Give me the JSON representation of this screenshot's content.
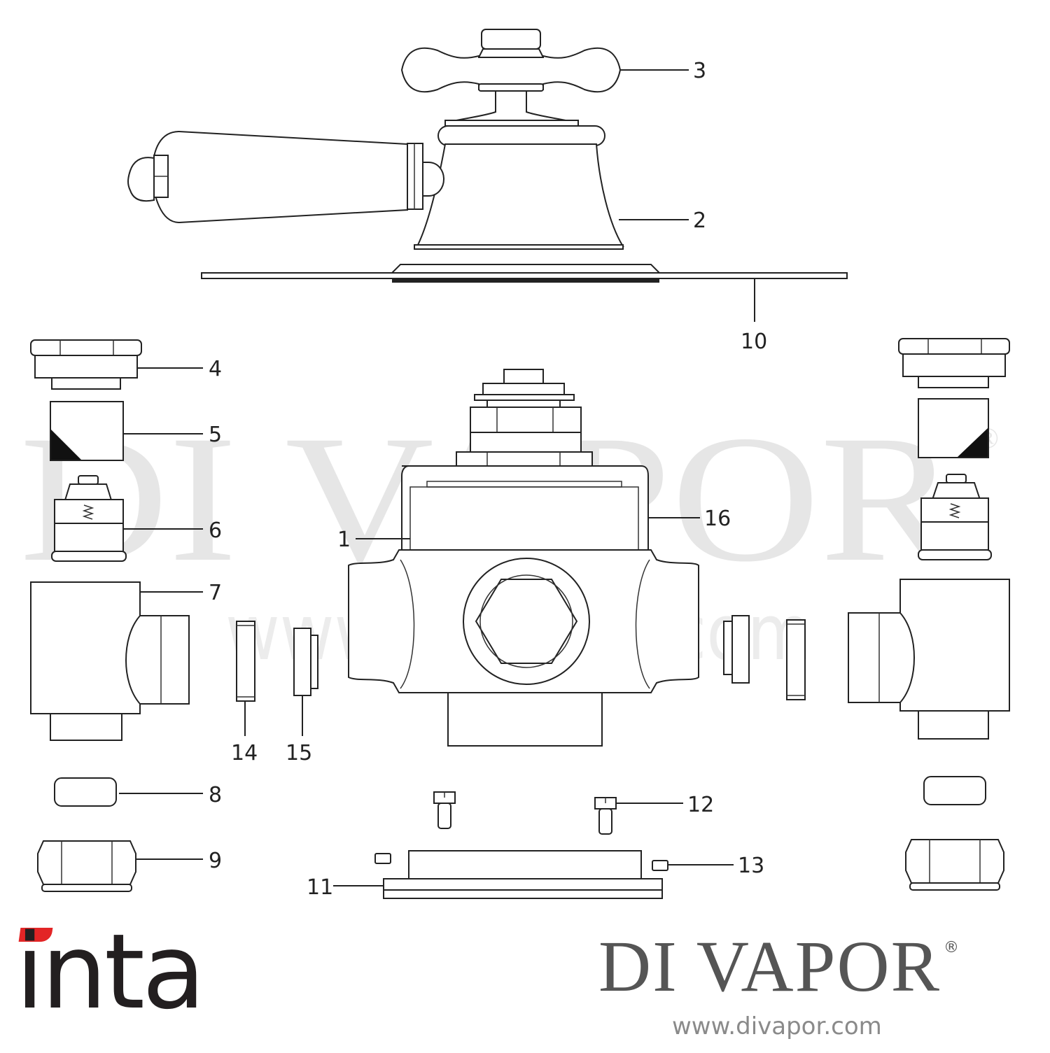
{
  "diagram": {
    "type": "exploded-parts-diagram",
    "callouts": [
      {
        "id": "1",
        "label": "1"
      },
      {
        "id": "2",
        "label": "2"
      },
      {
        "id": "3",
        "label": "3"
      },
      {
        "id": "4",
        "label": "4"
      },
      {
        "id": "5",
        "label": "5"
      },
      {
        "id": "6",
        "label": "6"
      },
      {
        "id": "7",
        "label": "7"
      },
      {
        "id": "8",
        "label": "8"
      },
      {
        "id": "9",
        "label": "9"
      },
      {
        "id": "10",
        "label": "10"
      },
      {
        "id": "11",
        "label": "11"
      },
      {
        "id": "12",
        "label": "12"
      },
      {
        "id": "13",
        "label": "13"
      },
      {
        "id": "14",
        "label": "14"
      },
      {
        "id": "15",
        "label": "15"
      },
      {
        "id": "16",
        "label": "16"
      }
    ]
  },
  "watermark": {
    "text": "DI VAPOR",
    "registered": "®",
    "url": "www.divapor.com"
  },
  "branding": {
    "manufacturer": "inta",
    "accent_color": "#e32526",
    "retailer": "DI VAPOR",
    "retailer_registered": "®",
    "retailer_url": "www.divapor.com",
    "retailer_color": "#555555"
  }
}
